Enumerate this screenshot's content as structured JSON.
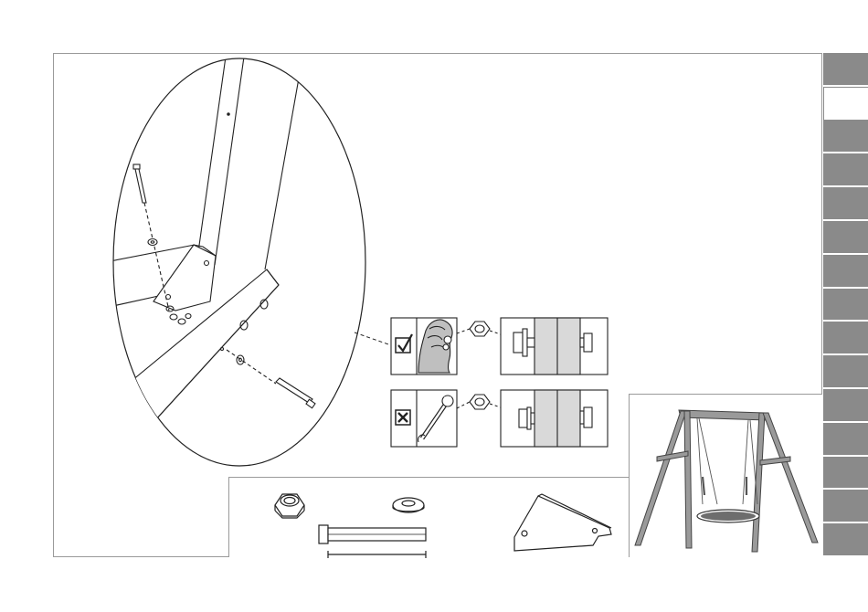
{
  "page": {
    "colors": {
      "frame": "#9a9a9a",
      "tab_fill": "#8a8a8a",
      "line_art": "#222222",
      "spacer_fill": "#d9d9d9",
      "swing_frame": "#9a9a9a"
    }
  },
  "navigation": {
    "tab_count": 15,
    "active_tab_index": 1
  },
  "illustration": {
    "main": "detail-view-bracket-bolting",
    "icons": [
      "checkmark-icon",
      "hand-tighten-icon",
      "cross-icon",
      "wrench-icon",
      "hex-nut-icon",
      "washer-icon",
      "bolt-icon",
      "bracket-icon"
    ]
  }
}
